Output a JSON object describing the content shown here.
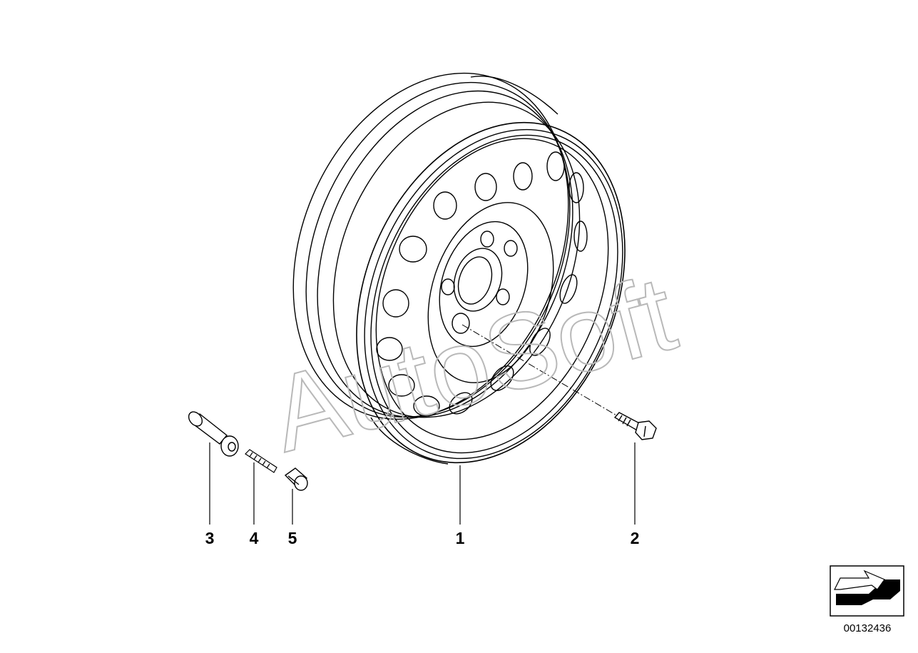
{
  "diagram": {
    "watermark": "AutoSoft",
    "callouts": {
      "wheel": "1",
      "bolt": "2",
      "valve_stem": "3",
      "valve_core": "4",
      "valve_cap": "5"
    },
    "catalog_number": "00132436",
    "icon": "direction-arrow-icon"
  }
}
